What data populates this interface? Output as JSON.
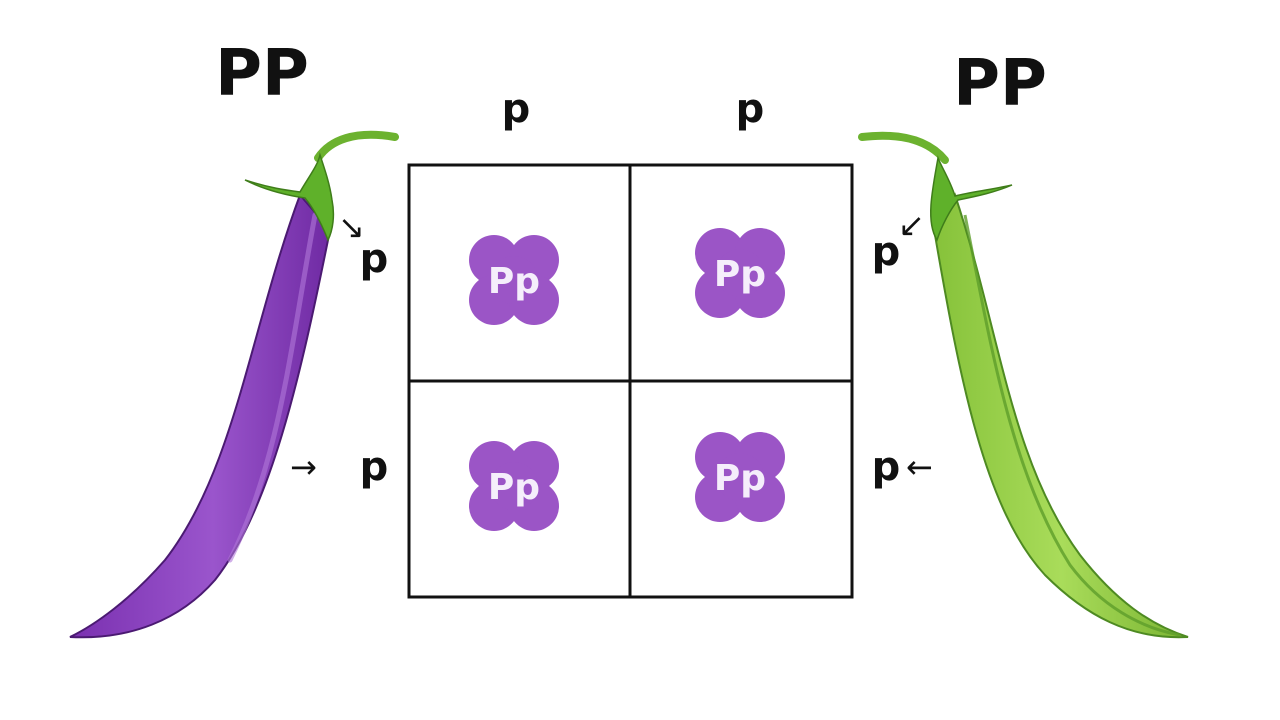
{
  "parents": {
    "left": {
      "genotype": "PP",
      "pod_color": "#8e44c0"
    },
    "right": {
      "genotype": "PP",
      "pod_color": "#9fd44a"
    }
  },
  "square": {
    "top_alleles": [
      "p",
      "p"
    ],
    "left_alleles": [
      "p",
      "p"
    ],
    "right_alleles": [
      "p",
      "p"
    ],
    "cells": [
      "Pp",
      "Pp",
      "Pp",
      "Pp"
    ],
    "flower_color": "#9b55c6"
  },
  "arrows": {
    "right": "→",
    "left": "←",
    "down_right": "↘",
    "down_left": "↙"
  }
}
